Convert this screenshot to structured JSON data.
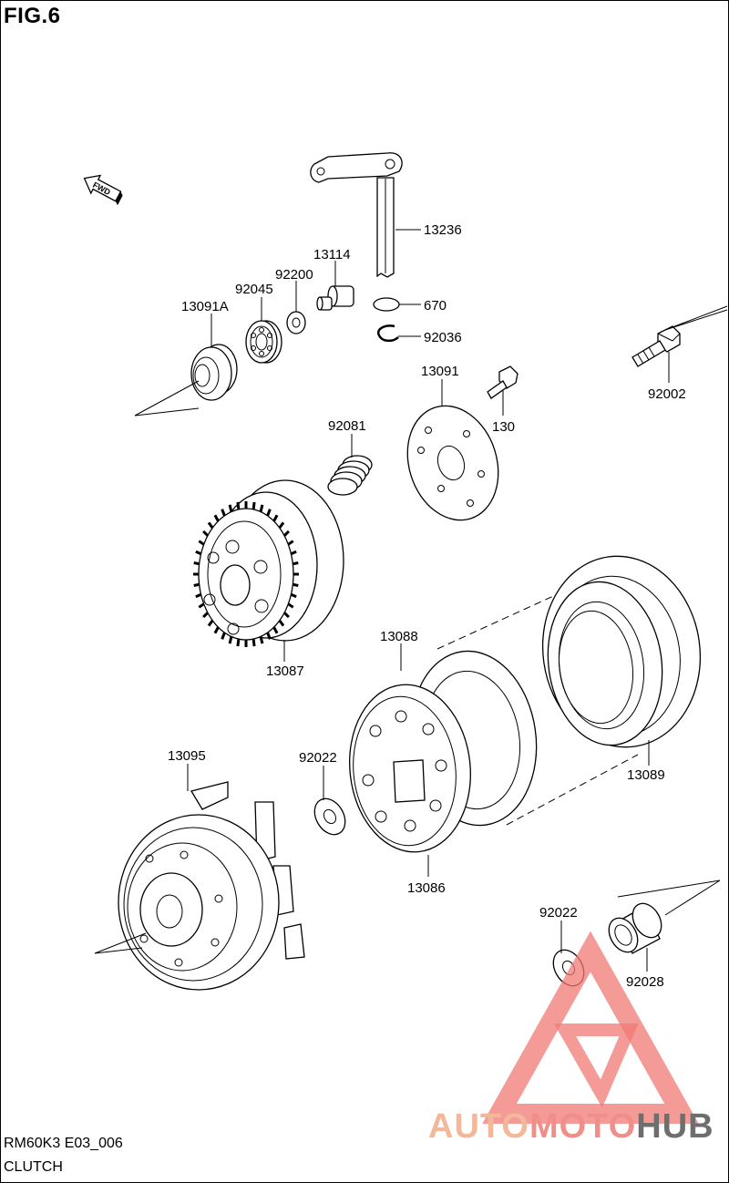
{
  "figure": {
    "title": "FIG.6"
  },
  "footer": {
    "code": "RM60K3 E03_006",
    "title": "CLUTCH"
  },
  "direction_marker": {
    "label": "FWD",
    "icon": "forward-arrow-icon"
  },
  "parts": [
    {
      "number": "13236"
    },
    {
      "number": "13114"
    },
    {
      "number": "92200"
    },
    {
      "number": "92045"
    },
    {
      "number": "13091A"
    },
    {
      "number": "670"
    },
    {
      "number": "92036"
    },
    {
      "number": "92002"
    },
    {
      "number": "13091"
    },
    {
      "number": "130"
    },
    {
      "number": "92081"
    },
    {
      "number": "13087"
    },
    {
      "number": "13088"
    },
    {
      "number": "13089"
    },
    {
      "number": "13095"
    },
    {
      "number": "92022"
    },
    {
      "number": "13086"
    },
    {
      "number": "92022"
    },
    {
      "number": "92028"
    }
  ],
  "watermark": {
    "part_a": "AUTO",
    "part_b": "MOTO",
    "part_c": "HUB",
    "colors": {
      "auto": "#f3b79a",
      "moto": "#f08f8a",
      "hub": "#6e6e6e",
      "triangle": "#f07a76"
    }
  }
}
